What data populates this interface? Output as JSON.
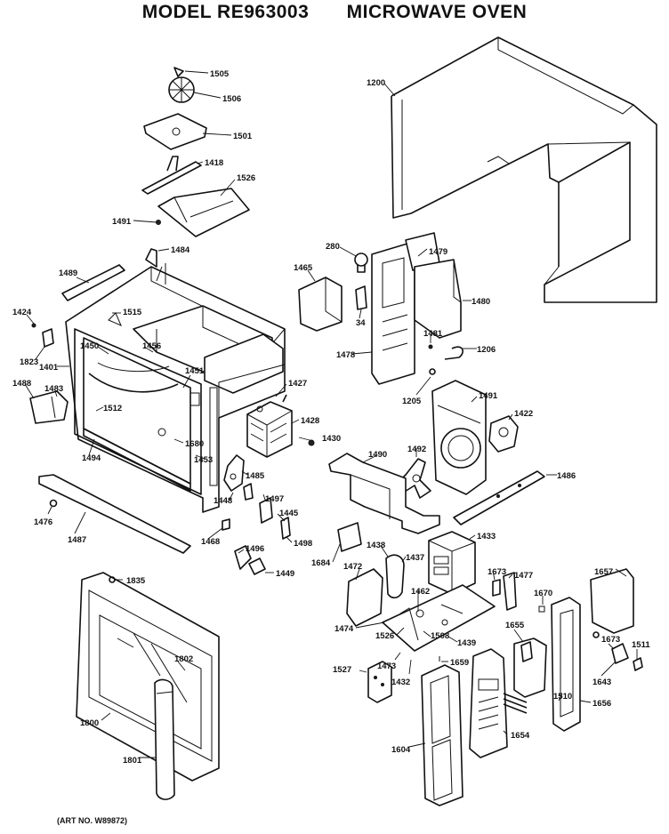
{
  "header": {
    "model": "MODEL RE963003",
    "product": "MICROWAVE OVEN"
  },
  "footer": {
    "art_no": "(ART NO. W89872)"
  },
  "part_labels": {
    "p1505": "1505",
    "p1506": "1506",
    "p1501": "1501",
    "p1418": "1418",
    "p1526": "1526",
    "p1491a": "1491",
    "p1484": "1484",
    "p1200": "1200",
    "p1489": "1489",
    "p1424": "1424",
    "p1515": "1515",
    "p1450": "1450",
    "p1456": "1456",
    "p1823": "1823",
    "p1401": "1401",
    "p1451": "1451",
    "p1488": "1488",
    "p1483": "1483",
    "p1512": "1512",
    "p1494": "1494",
    "p1680": "1680",
    "p1453": "1453",
    "p1427": "1427",
    "p1428": "1428",
    "p1485": "1485",
    "p1430": "1430",
    "p280": "280",
    "p1479": "1479",
    "p1465": "1465",
    "p1480": "1480",
    "p34": "34",
    "p1478": "1478",
    "p1481": "1481",
    "p1206": "1206",
    "p1205": "1205",
    "p1491b": "1491",
    "p1422": "1422",
    "p1492": "1492",
    "p1490": "1490",
    "p1486": "1486",
    "p1476": "1476",
    "p1487": "1487",
    "p1448": "1448",
    "p1497": "1497",
    "p1445": "1445",
    "p1468": "1468",
    "p1496": "1496",
    "p1498": "1498",
    "p1449": "1449",
    "p1433": "1433",
    "p1684": "1684",
    "p1438": "1438",
    "p1437": "1437",
    "p1472": "1472",
    "p1462": "1462",
    "p1673a": "1673",
    "p1477": "1477",
    "p1657": "1657",
    "p1670": "1670",
    "p1474": "1474",
    "p1526b": "1526",
    "p1508": "1508",
    "p1439": "1439",
    "p1655": "1655",
    "p1673b": "1673",
    "p1511": "1511",
    "p1473": "1473",
    "p1432": "1432",
    "p1659": "1659",
    "p1527": "1527",
    "p1643": "1643",
    "p1510": "1510",
    "p1656": "1656",
    "p1835": "1835",
    "p1802": "1802",
    "p1800": "1800",
    "p1801": "1801",
    "p1654": "1654",
    "p1604": "1604"
  }
}
